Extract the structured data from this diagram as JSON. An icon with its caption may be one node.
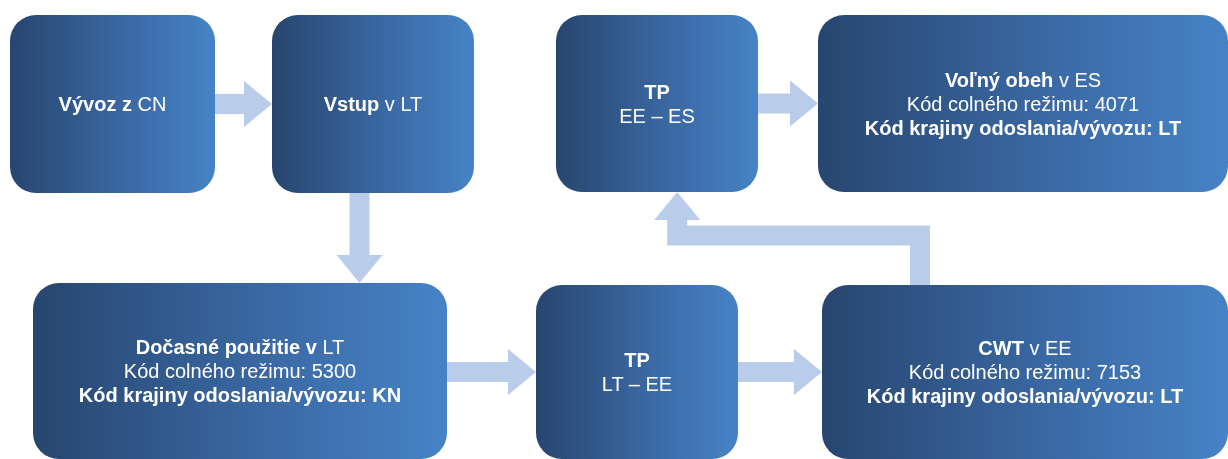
{
  "diagram": {
    "nodes": [
      {
        "text": [
          "**Vývoz z** CN"
        ]
      },
      {
        "text": [
          "**Vstup** v LT"
        ]
      },
      {
        "text": [
          "TP",
          "EE – ES"
        ]
      },
      {
        "text": [
          "**Voľný obeh** v ES",
          "Kód colného režimu: 4071",
          "Kód krajiny odoslania/vývozu: LT"
        ]
      },
      {
        "text": [
          "**Dočasné použitie v** LT",
          "Kód colného režimu: 5300",
          "Kód krajiny odoslania/vývozu: KN"
        ]
      },
      {
        "text": [
          "TP",
          "LT – EE"
        ]
      },
      {
        "text": [
          "**CWT** v EE",
          "Kód colného režimu: 7153",
          "Kód krajiny odoslania/vývozu: LT"
        ]
      }
    ],
    "edges": [
      {
        "from": 0,
        "to": 1,
        "arrow": "to"
      },
      {
        "from": 1,
        "to": 4,
        "arrow": "to"
      },
      {
        "from": 4,
        "to": 5,
        "arrow": "to"
      },
      {
        "from": 5,
        "to": 6,
        "arrow": "to"
      },
      {
        "from": 6,
        "to": 2,
        "arrow": "to"
      },
      {
        "from": 2,
        "to": 3,
        "arrow": "to"
      }
    ]
  }
}
